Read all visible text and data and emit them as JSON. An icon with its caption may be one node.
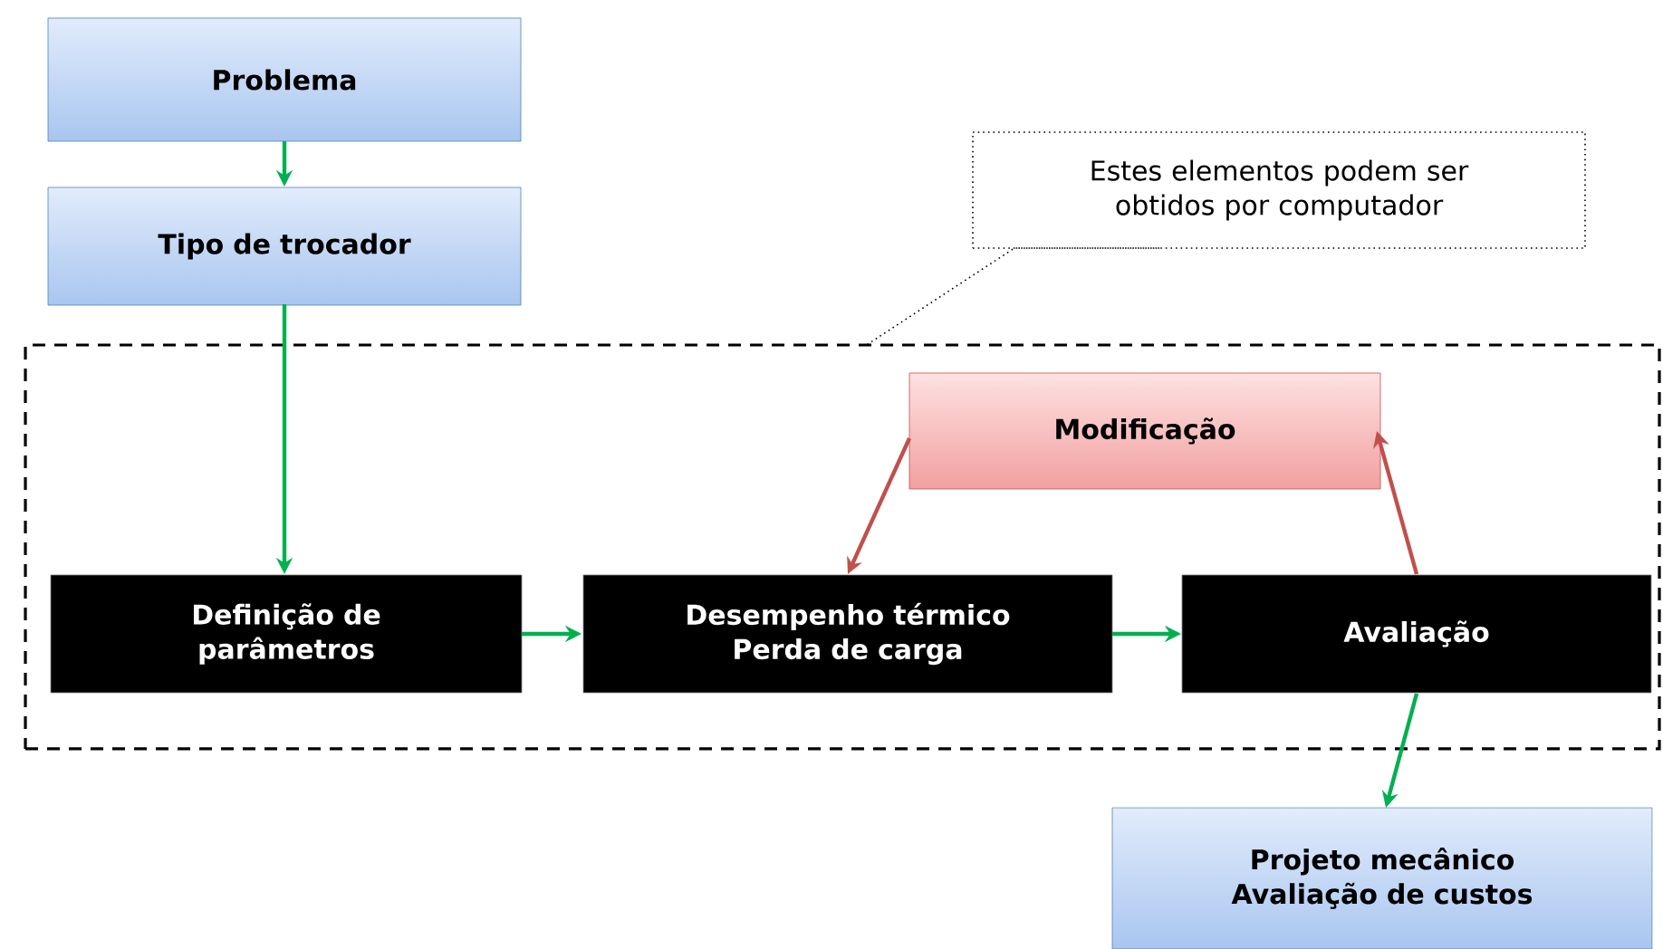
{
  "diagram": {
    "nodes": [
      {
        "text": [
          "Problema"
        ]
      },
      {
        "text": [
          "Tipo de trocador"
        ]
      },
      {
        "text": [],
        "shape": "box"
      },
      {
        "text": [
          "Estes elementos podem ser obtidos por computador"
        ]
      },
      {
        "text": [
          "Modificação"
        ],
        "in": 2
      },
      {
        "text": [
          "Definição de parâmetros"
        ],
        "in": 2
      },
      {
        "text": [
          "Desempenho térmico",
          "Perda de carga"
        ],
        "in": 2
      },
      {
        "text": [
          "Avaliação"
        ],
        "in": 2
      },
      {
        "text": [
          "Projeto mecânico",
          "Avaliação de custos"
        ]
      }
    ],
    "edges": [
      {
        "from": 0,
        "to": 1,
        "arrow": "to"
      },
      {
        "from": 1,
        "to": 5,
        "arrow": "to"
      },
      {
        "from": 5,
        "to": 6,
        "arrow": "to"
      },
      {
        "from": 6,
        "to": 7,
        "arrow": "to"
      },
      {
        "from": 7,
        "to": 4,
        "arrow": "to",
        "color": "#c0504d"
      },
      {
        "from": 4,
        "to": 6,
        "arrow": "to",
        "color": "#c0504d"
      },
      {
        "from": 7,
        "to": 8,
        "arrow": "to"
      },
      {
        "from": 3,
        "to": 2,
        "arrow": "none",
        "style": "dashed",
        "color": "#000000"
      }
    ]
  }
}
